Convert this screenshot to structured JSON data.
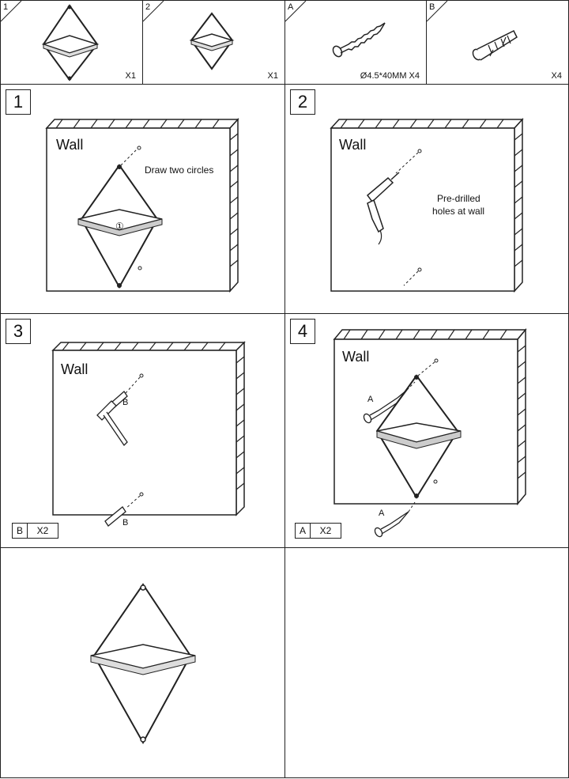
{
  "parts": [
    {
      "id": "1",
      "qty": "X1"
    },
    {
      "id": "2",
      "qty": "X1"
    },
    {
      "id": "A",
      "qty": "Ø4.5*40MM X4"
    },
    {
      "id": "B",
      "qty": "X4"
    }
  ],
  "steps": [
    {
      "number": "1",
      "wall_label": "Wall",
      "note": "Draw two circles",
      "circle_marker": "①"
    },
    {
      "number": "2",
      "wall_label": "Wall",
      "note_line1": "Pre-drilled",
      "note_line2": "holes at wall"
    },
    {
      "number": "3",
      "wall_label": "Wall",
      "tag_top": "B",
      "tag_bottom": "B",
      "legend_key": "B",
      "legend_qty": "X2"
    },
    {
      "number": "4",
      "wall_label": "Wall",
      "tag_top": "A",
      "tag_bottom": "A",
      "legend_key": "A",
      "legend_qty": "X2"
    }
  ]
}
